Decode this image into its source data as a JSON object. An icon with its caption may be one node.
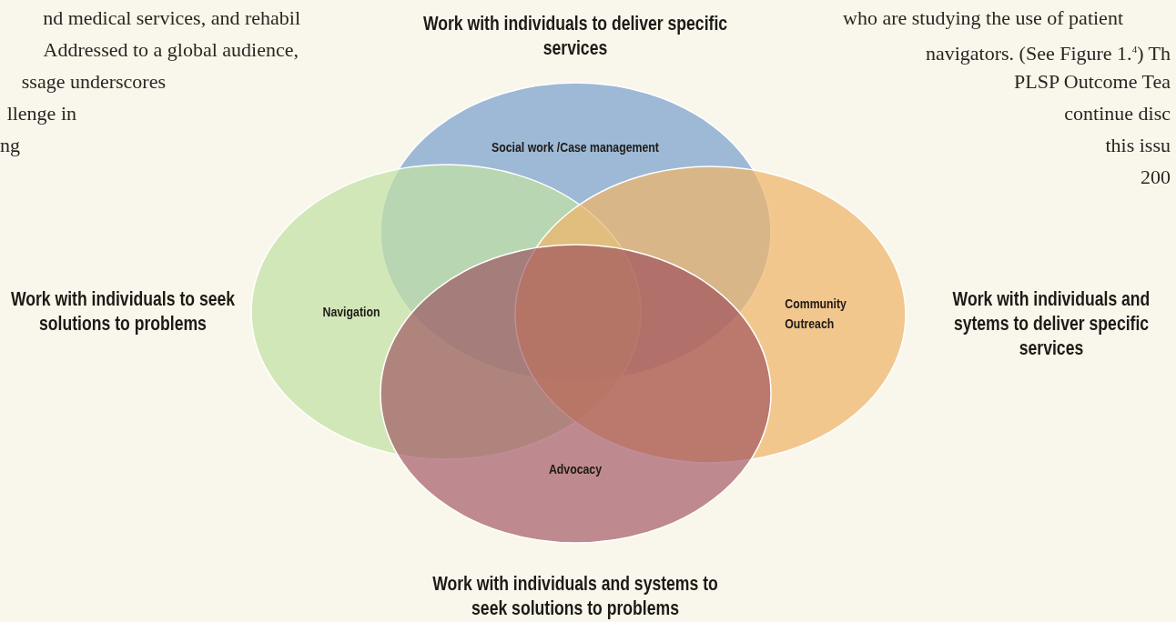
{
  "diagram": {
    "nodes": [
      {
        "text": [
          "Social work /Case management"
        ],
        "beside": [
          "Work with individuals to deliver specific services"
        ]
      },
      {
        "text": [
          "Navigation"
        ],
        "beside": [
          "Work with individuals to seek solutions to problems"
        ]
      },
      {
        "text": [
          "Community Outreach"
        ],
        "beside": [
          "Work with individuals and sytems to deliver specific services"
        ]
      },
      {
        "text": [
          "Advocacy"
        ],
        "beside": [
          "Work with individuals and systems to seek solutions to problems"
        ]
      }
    ],
    "labels": [
      "nd medical services, and rehabil",
      "Addressed to a global audience,",
      "ssage underscores",
      "llenge in",
      "ng",
      "who are studying the use of patient",
      "navigators. (See Figure 1.$^{4}$) Th",
      "PLSP Outcome Tea",
      "continue disc",
      "this issu",
      "200"
    ]
  }
}
